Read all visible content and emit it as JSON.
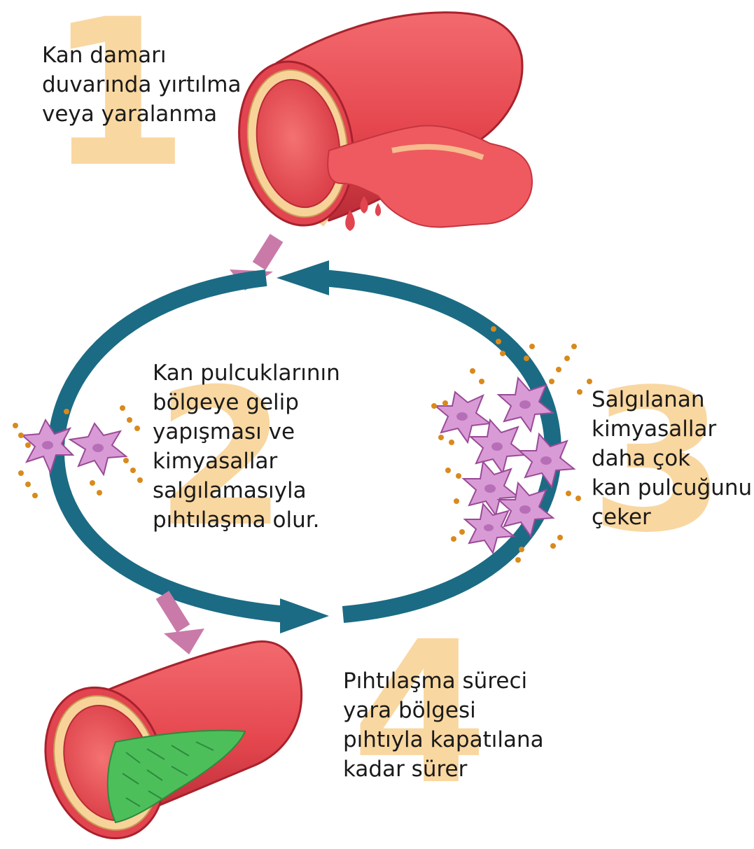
{
  "colors": {
    "background": "#ffffff",
    "cycle_arrow": "#1b6b84",
    "pointer_arrow": "#c97aa8",
    "vessel_red": "#e6474f",
    "vessel_dark": "#b82c36",
    "vessel_wall": "#f7d39a",
    "blood": "#ee5a5f",
    "platelet": "#d99bd6",
    "chemical_dot": "#d98a1c",
    "clot_green": "#4cbf5a",
    "step_number": "#f9d7a0"
  },
  "icons": {
    "damaged_vessel": "torn-blood-vessel-icon",
    "clotted_vessel": "clotted-blood-vessel-icon",
    "platelet": "platelet-icon",
    "cycle": "circular-arrow-icon"
  },
  "steps": [
    {
      "number": "1",
      "lines": [
        "Kan damarı",
        "duvarında yırtılma",
        "veya yaralanma"
      ]
    },
    {
      "number": "2",
      "lines": [
        "Kan pulcuklarının",
        "bölgeye gelip",
        "yapışması ve",
        "kimyasallar",
        "salgılamasıyla",
        "pıhtılaşma olur."
      ]
    },
    {
      "number": "3",
      "lines": [
        "Salgılanan",
        "kimyasallar",
        "daha çok",
        "kan pulcuğunu",
        "çeker"
      ]
    },
    {
      "number": "4",
      "lines": [
        "Pıhtılaşma süreci",
        "yara bölgesi",
        "pıhtıyla kapatılana",
        "kadar sürer"
      ]
    }
  ]
}
